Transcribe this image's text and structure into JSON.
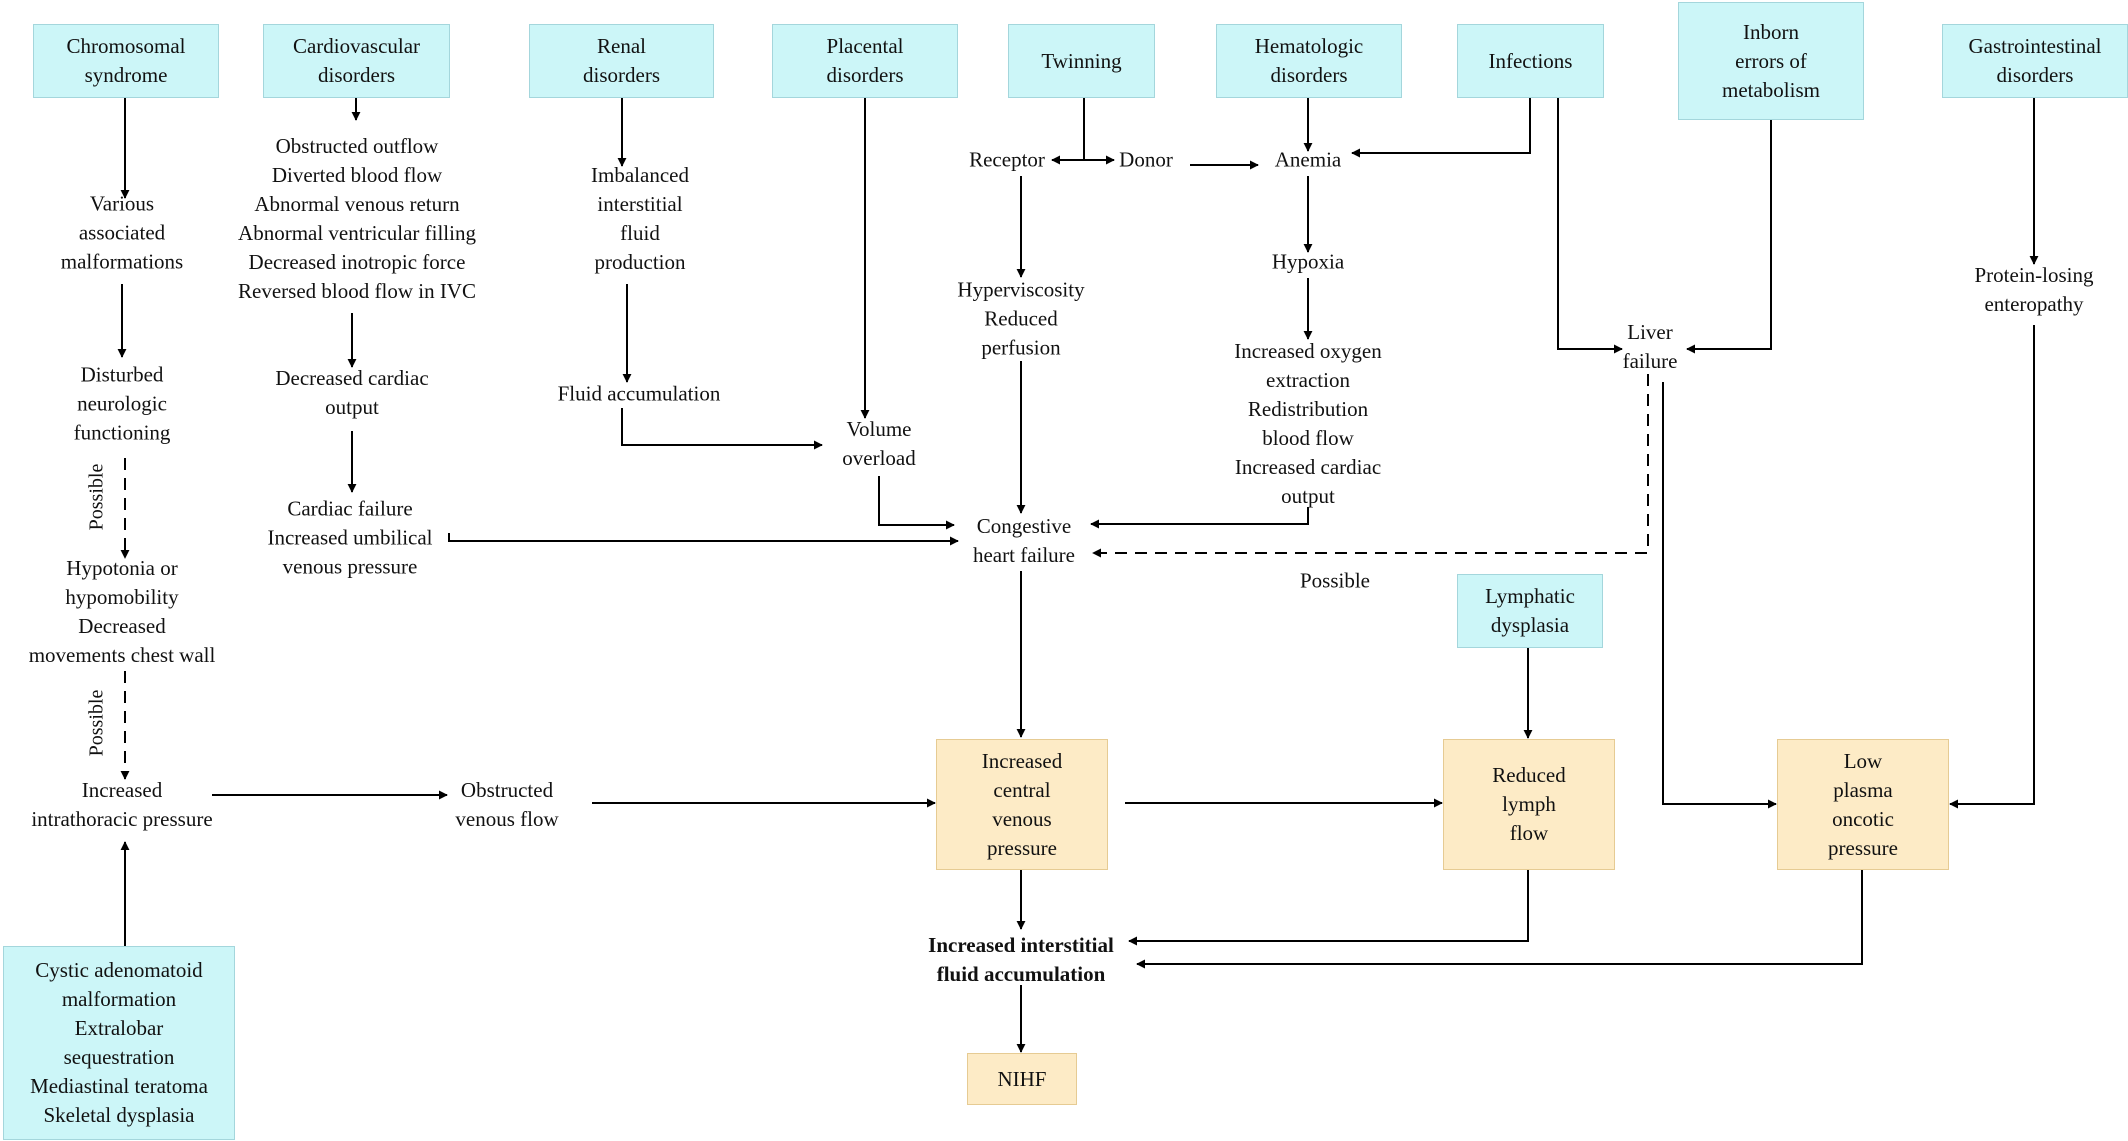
{
  "causes": {
    "chromosomal": [
      "Chromosomal",
      "syndrome"
    ],
    "cardiovascular": [
      "Cardiovascular",
      "disorders"
    ],
    "renal": [
      "Renal",
      "disorders"
    ],
    "placental": [
      "Placental",
      "disorders"
    ],
    "twinning": [
      "Twinning"
    ],
    "hematologic": [
      "Hematologic",
      "disorders"
    ],
    "infections": [
      "Infections"
    ],
    "inborn": [
      "Inborn",
      "errors of",
      "metabolism"
    ],
    "gastrointestinal": [
      "Gastrointestinal",
      "disorders"
    ],
    "lymphatic": [
      "Lymphatic",
      "dysplasia"
    ],
    "thoracic": [
      "Cystic adenomatoid",
      "malformation",
      "Extralobar",
      "sequestration",
      "Mediastinal teratoma",
      "Skeletal dysplasia"
    ]
  },
  "steps": {
    "malformations": [
      "Various",
      "associated",
      "malformations"
    ],
    "neurologic": [
      "Disturbed",
      "neurologic",
      "functioning"
    ],
    "hypotonia": [
      "Hypotonia or",
      "hypomobility",
      "Decreased",
      "movements chest wall"
    ],
    "intrathoracic": [
      "Increased",
      "intrathoracic pressure"
    ],
    "obstructed_venous": [
      "Obstructed",
      "venous flow"
    ],
    "cardio_mechanisms": [
      "Obstructed outflow",
      "Diverted blood flow",
      "Abnormal venous return",
      "Abnormal ventricular filling",
      "Decreased inotropic force",
      "Reversed blood flow in IVC"
    ],
    "decreased_output": [
      "Decreased cardiac",
      "output"
    ],
    "cardiac_failure": [
      "Cardiac failure",
      "Increased umbilical",
      "venous pressure"
    ],
    "imbalanced": [
      "Imbalanced",
      "interstitial",
      "fluid",
      "production"
    ],
    "fluid_accumulation": [
      "Fluid accumulation"
    ],
    "volume_overload": [
      "Volume",
      "overload"
    ],
    "receptor": [
      "Receptor"
    ],
    "donor": [
      "Donor"
    ],
    "hyperviscosity": [
      "Hyperviscosity",
      "Reduced",
      "perfusion"
    ],
    "anemia": [
      "Anemia"
    ],
    "hypoxia": [
      "Hypoxia"
    ],
    "oxygen": [
      "Increased oxygen",
      "extraction",
      "Redistribution",
      "blood flow",
      "Increased cardiac",
      "output"
    ],
    "chf": [
      "Congestive",
      "heart failure"
    ],
    "liver": [
      "Liver",
      "failure"
    ],
    "protein_losing": [
      "Protein-losing",
      "enteropathy"
    ]
  },
  "outcomes": {
    "cvp": [
      "Increased",
      "central",
      "venous",
      "pressure"
    ],
    "lymph": [
      "Reduced",
      "lymph",
      "flow"
    ],
    "oncotic": [
      "Low",
      "plasma",
      "oncotic",
      "pressure"
    ],
    "interstitial": [
      "Increased interstitial",
      "fluid accumulation"
    ],
    "nihf": [
      "NIHF"
    ]
  },
  "edge_labels": {
    "possible_1": "Possible",
    "possible_2": "Possible",
    "possible_liver": "Possible"
  },
  "colors": {
    "cause_fill": "#ccf6f8",
    "outcome_fill": "#fdebc6",
    "line": "#000000"
  }
}
